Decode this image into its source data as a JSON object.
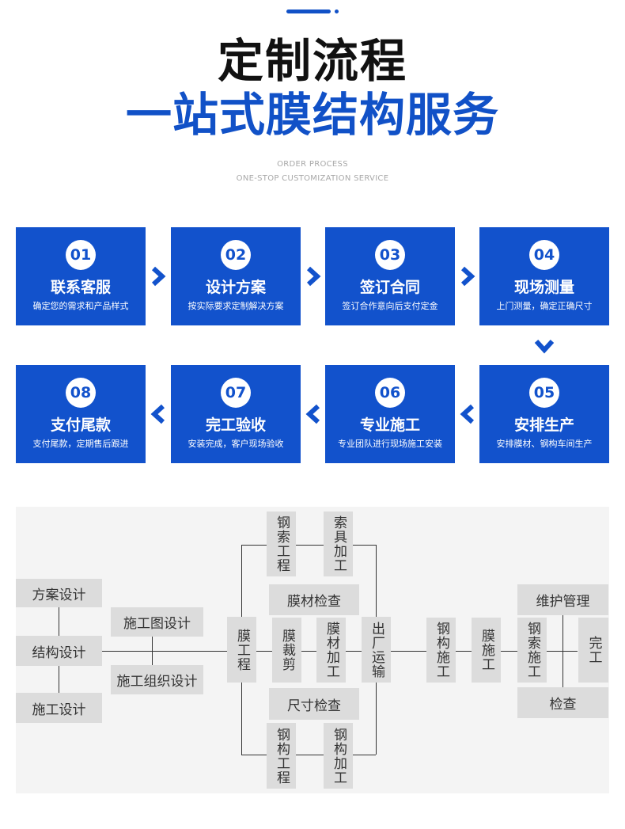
{
  "header": {
    "title_line1": "定制流程",
    "title_line2": "一站式膜结构服务",
    "sub_line1": "ORDER PROCESS",
    "sub_line2": "ONE-STOP CUSTOMIZATION SERVICE"
  },
  "steps": [
    {
      "num": "01",
      "title": "联系客服",
      "desc": "确定您的需求和产品样式"
    },
    {
      "num": "02",
      "title": "设计方案",
      "desc": "按实际要求定制解决方案"
    },
    {
      "num": "03",
      "title": "签订合同",
      "desc": "签订合作意向后支付定金"
    },
    {
      "num": "04",
      "title": "现场测量",
      "desc": "上门测量，确定正确尺寸"
    },
    {
      "num": "05",
      "title": "安排生产",
      "desc": "安排膜材、钢构车间生产"
    },
    {
      "num": "06",
      "title": "专业施工",
      "desc": "专业团队进行现场施工安装"
    },
    {
      "num": "07",
      "title": "完工验收",
      "desc": "安装完成，客户现场验收"
    },
    {
      "num": "08",
      "title": "支付尾款",
      "desc": "支付尾款，定期售后跟进"
    }
  ],
  "flow": {
    "scheme_design": "方案设计",
    "structure_design": "结构设计",
    "construction_design": "施工设计",
    "construction_drawing": "施工图设计",
    "construction_org": "施工组织设计",
    "membrane_engineering": "膜工程",
    "steel_cable_eng": "钢索工程",
    "cable_fitting": "索具加工",
    "membrane_inspection": "膜材检查",
    "membrane_cutting": "膜裁剪",
    "membrane_processing": "膜材加工",
    "dispatch": "出厂运输",
    "size_inspection": "尺寸检查",
    "steel_structure_eng": "钢构工程",
    "steel_processing": "钢构加工",
    "steel_construction": "钢构施工",
    "membrane_construction": "膜施工",
    "cable_construction": "钢索施工",
    "maintenance": "维护管理",
    "inspection": "检查",
    "complete": "完工"
  },
  "colors": {
    "primary": "#1252cc",
    "title_dark": "#111111",
    "box_gray": "#dcdcdc",
    "panel_bg": "#f4f4f4"
  }
}
